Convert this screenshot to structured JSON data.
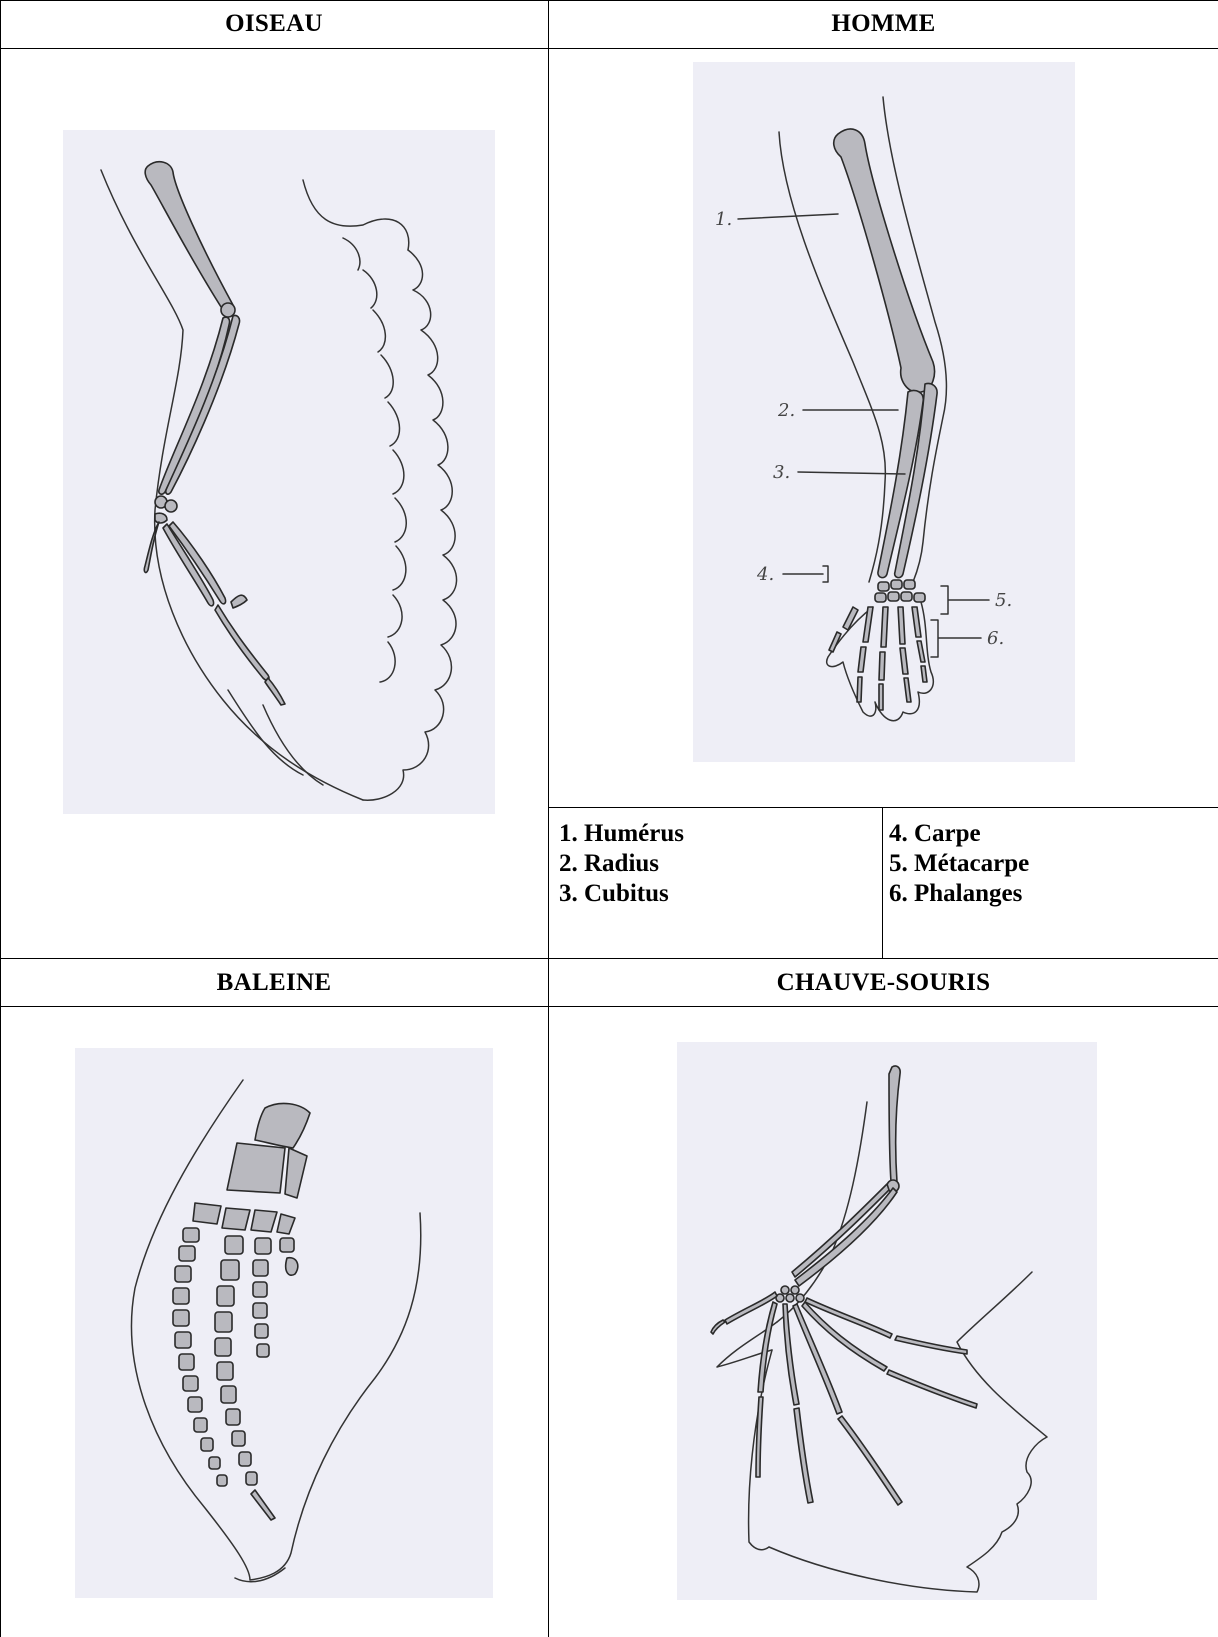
{
  "table": {
    "headers": {
      "bird": "OISEAU",
      "human": "HOMME",
      "whale": "BALEINE",
      "bat": "CHAUVE-SOURIS"
    },
    "legend": {
      "left": [
        "1. Humérus",
        "2. Radius",
        "3. Cubitus"
      ],
      "right": [
        "4. Carpe",
        "5. Métacarpe",
        "6. Phalanges"
      ]
    },
    "drawing_labels": [
      "1.",
      "2.",
      "3.",
      "4.",
      "5.",
      "6."
    ]
  },
  "colors": {
    "paper": "#eeeef6",
    "bone": "#b9b9bf",
    "ink": "#2a2a2a"
  }
}
